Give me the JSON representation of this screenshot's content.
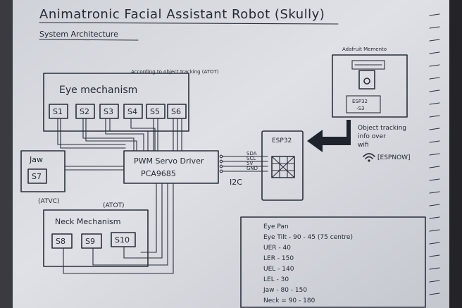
{
  "header": {
    "title": "Animatronic Facial Assistant Robot (Skully)",
    "subtitle": "System Architecture"
  },
  "eye": {
    "note": "According to object tracking (ATOT)",
    "label": "Eye mechanism",
    "servos": [
      "S1",
      "S2",
      "S3",
      "S4",
      "S5",
      "S6"
    ]
  },
  "jaw": {
    "label": "Jaw",
    "servo": "S7",
    "note": "(ATVC)"
  },
  "driver": {
    "label_line1": "PWM Servo Driver",
    "label_line2": "PCA9685"
  },
  "neck": {
    "note": "(ATOT)",
    "label": "Neck Mechanism",
    "servos": [
      "S8",
      "S9",
      "S10"
    ]
  },
  "bus": {
    "pins": [
      "SDA",
      "SCL",
      "5V",
      "GND"
    ],
    "label": "I2C"
  },
  "esp32": {
    "label": "ESP32"
  },
  "memento": {
    "title": "Adafruit Memento",
    "chip_line1": "ESP32",
    "chip_line2": "-S3"
  },
  "link": {
    "line1": "Object tracking",
    "line2": "info over",
    "line3": "wifi",
    "protocol": "[ESPNOW]"
  },
  "notes": {
    "lines": [
      "Eye Pan",
      "Eye Tilt - 90 - 45  (75 centre)",
      "UER - 40",
      "LER - 150",
      "UEL - 140",
      "LEL - 30",
      "Jaw - 80 - 150",
      "Neck = 90 - 180"
    ]
  }
}
